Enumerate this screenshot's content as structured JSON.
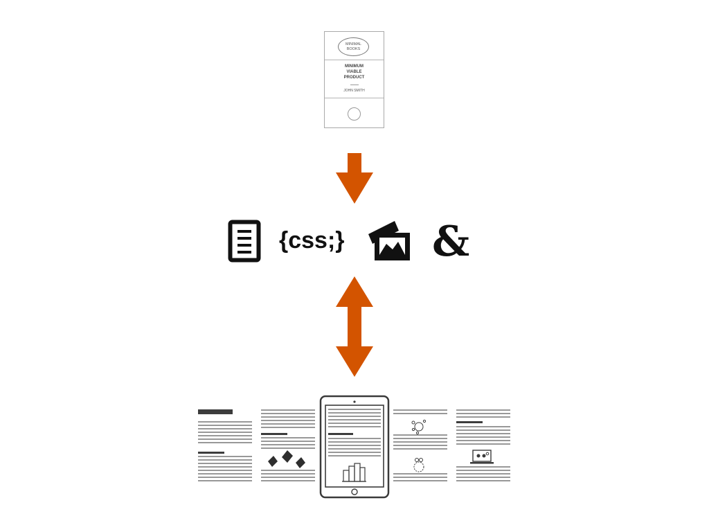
{
  "book": {
    "publisher_line1": "MINIMAL",
    "publisher_line2": "BOOKS",
    "title_line1": "MINIMUM",
    "title_line2": "VIABLE",
    "title_line3": "PRODUCT",
    "author": "JOHN SMITH"
  },
  "icons": {
    "document": "document-icon",
    "css": "{css;}",
    "images": "images-icon",
    "fonts": "&"
  },
  "colors": {
    "arrow": "#d35400",
    "ink": "#111111",
    "page_lines": "#5a5a5a"
  }
}
